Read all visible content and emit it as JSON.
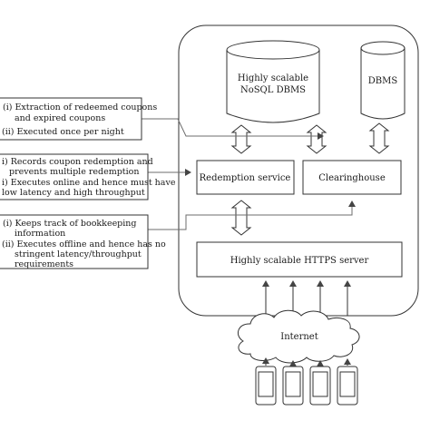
{
  "diagram": {
    "nodes": {
      "nosql_db": {
        "line1": "Highly scalable",
        "line2": "NoSQL DBMS"
      },
      "dbms": {
        "label": "DBMS"
      },
      "redemption_service": {
        "label": "Redemption service"
      },
      "clearinghouse": {
        "label": "Clearinghouse"
      },
      "https_server": {
        "label": "Highly scalable HTTPS server"
      },
      "internet": {
        "label": "Internet"
      }
    },
    "notes": {
      "top": [
        "(i) Extraction of redeemed coupons",
        "and expired coupons",
        "(ii) Executed once per night"
      ],
      "middle": [
        "i) Records coupon redemption and",
        "prevents multiple redemption",
        "i) Executes online and hence must have",
        "low latency and high throughput"
      ],
      "bottom": [
        "(i) Keeps track of bookkeeping",
        "information",
        "(ii) Executes offline and hence has no",
        "stringent latency/throughput",
        "requirements"
      ]
    },
    "devices": {
      "count": 4
    }
  }
}
